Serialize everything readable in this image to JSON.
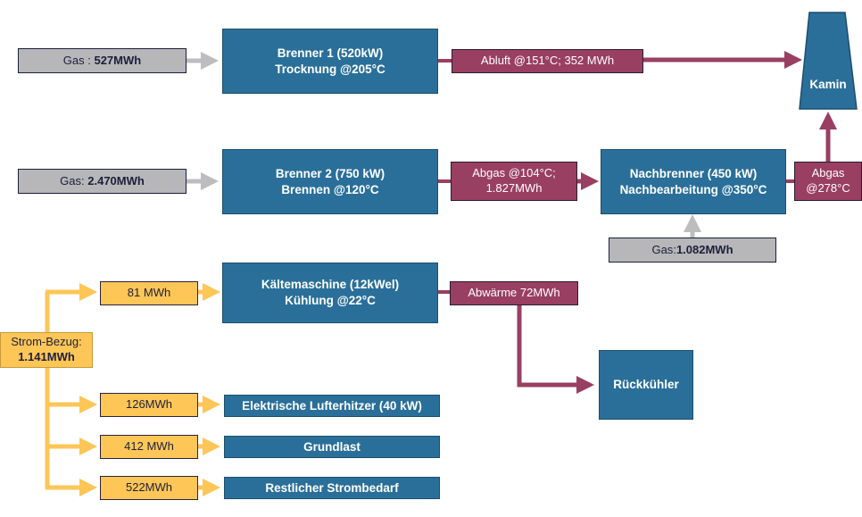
{
  "colors": {
    "process": "#2a6f99",
    "gas": "#b7b6b9",
    "heat_flow": "#993f61",
    "electricity": "#fec657",
    "gas_arrow": "#bdbcbf"
  },
  "gas_inputs": [
    {
      "label": "Gas",
      "separator": " : ",
      "value": "527MWh"
    },
    {
      "label": "Gas",
      "separator": ": ",
      "value": "2.470MWh"
    },
    {
      "label": "Gas",
      "separator": ":",
      "value": "1.082MWh"
    }
  ],
  "processes": {
    "brenner1": {
      "line1": "Brenner 1 (520kW)",
      "line2": "Trocknung @205°C"
    },
    "brenner2": {
      "line1": "Brenner 2 (750 kW)",
      "line2": "Brennen @120°C"
    },
    "nachbrenner": {
      "line1": "Nachbrenner (450 kW)",
      "line2": "Nachbearbeitung @350°C"
    },
    "kaelte": {
      "line1": "Kältemaschine (12kWel)",
      "line2": "Kühlung @22°C"
    },
    "rueckkuehler": {
      "line1": "Rückkühler"
    },
    "lufterhitzer": {
      "line1": "Elektrische Lufterhitzer (40 kW)"
    },
    "grundlast": {
      "line1": "Grundlast"
    },
    "restlich": {
      "line1": "Restlicher Strombedarf"
    },
    "kamin": {
      "line1": "Kamin"
    }
  },
  "heat_flows": {
    "abluft": {
      "line1": "Abluft @151°C; 352 MWh"
    },
    "abgas1": {
      "line1": "Abgas @104°C;",
      "line2": "1.827MWh"
    },
    "abgas2": {
      "line1": "Abgas",
      "line2": "@278°C"
    },
    "abwaerme": {
      "line1": "Abwärme 72MWh"
    }
  },
  "electricity": {
    "source": {
      "line1": "Strom-Bezug:",
      "line2": "1.141MWh"
    },
    "branches": [
      {
        "value": "81 MWh"
      },
      {
        "value": "126MWh"
      },
      {
        "value": "412 MWh"
      },
      {
        "value": "522MWh"
      }
    ]
  }
}
